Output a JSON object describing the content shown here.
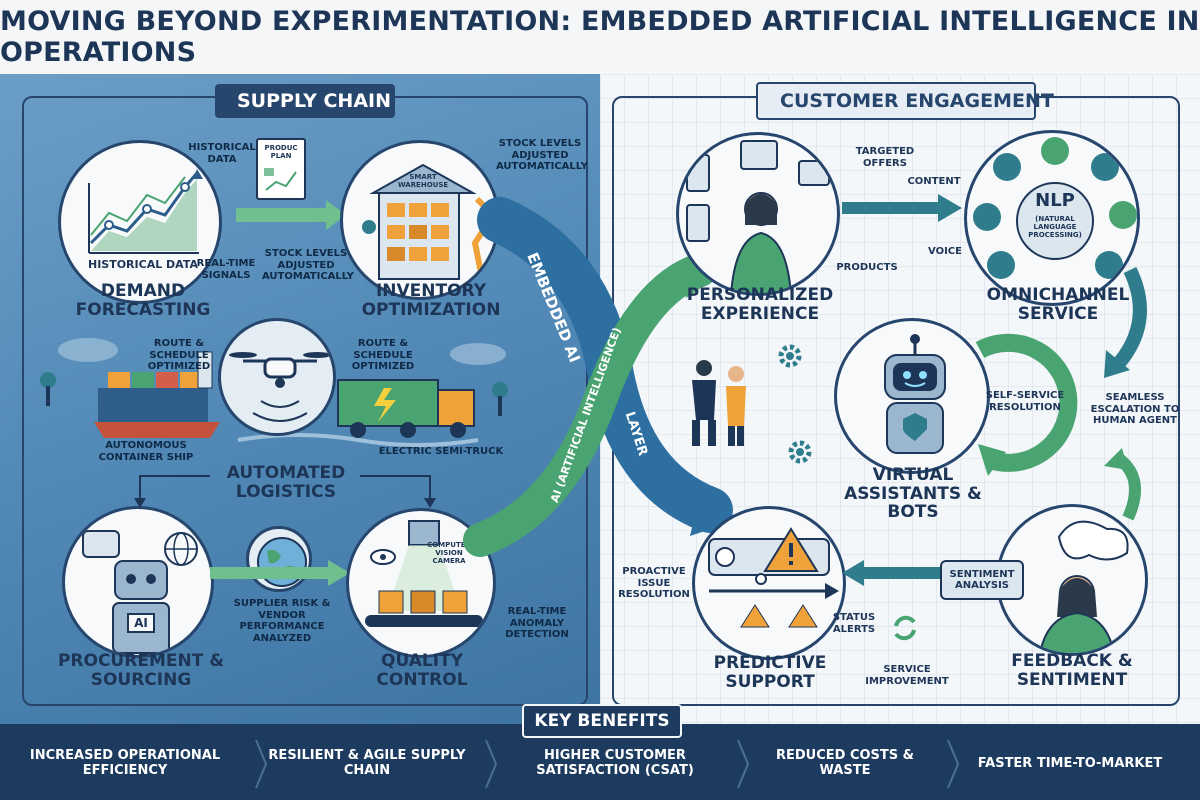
{
  "title": "MOVING BEYOND EXPERIMENTATION: EMBEDDED ARTIFICIAL INTELLIGENCE IN OPERATIONS",
  "supply_chain": {
    "heading": "SUPPLY CHAIN",
    "demand": {
      "label": "DEMAND FORECASTING",
      "chart_label": "HISTORICAL DATA",
      "historical_data": "HISTORICAL DATA",
      "realtime": "REAL-TIME SIGNALS",
      "doc": "PRODUC PLAN"
    },
    "inventory": {
      "label": "INVENTORY OPTIMIZATION",
      "warehouse": "SMART WAREHOUSE",
      "stock_top": "STOCK LEVELS ADJUSTED AUTOMATICALLY",
      "stock_bottom": "STOCK LEVELS ADJUSTED AUTOMATICALLY"
    },
    "logistics": {
      "label": "AUTOMATED LOGISTICS",
      "route_left": "ROUTE & SCHEDULE OPTIMIZED",
      "route_right": "ROUTE & SCHEDULE OPTIMIZED",
      "ship": "AUTONOMOUS CONTAINER SHIP",
      "truck": "ELECTRIC SEMI-TRUCK"
    },
    "procurement": {
      "label": "PROCUREMENT & SOURCING",
      "ai_badge": "AI",
      "supplier": "SUPPLIER RISK & VENDOR PERFORMANCE ANALYZED"
    },
    "quality": {
      "label": "QUALITY CONTROL",
      "camera": "COMPUTER VISION CAMERA",
      "anomaly": "REAL-TIME ANOMALY DETECTION"
    }
  },
  "ai_layer": {
    "text_outer": "EMBEDDED AI",
    "text_inner": "AI (ARTIFICIAL INTELLIGENCE)",
    "text_layer": "LAYER"
  },
  "customer_engagement": {
    "heading": "CUSTOMER ENGAGEMENT",
    "personalized": {
      "label": "PERSONALIZED EXPERIENCE",
      "targeted": "TARGETED OFFERS",
      "content": "CONTENT",
      "products": "PRODUCTS"
    },
    "omnichannel": {
      "label": "OMNICHANNEL SERVICE",
      "nlp": "NLP",
      "nlp_sub": "(NATURAL LANGUAGE PROCESSING)",
      "voice": "VOICE"
    },
    "assistants": {
      "label": "VIRTUAL ASSISTANTS & BOTS",
      "self_service": "SELF-SERVICE RESOLUTION",
      "escalation": "SEAMLESS ESCALATION TO HUMAN AGENT"
    },
    "predictive": {
      "label": "PREDICTIVE SUPPORT",
      "proactive": "PROACTIVE ISSUE RESOLUTION",
      "status": "STATUS ALERTS"
    },
    "feedback": {
      "label": "FEEDBACK & SENTIMENT",
      "sentiment": "SENTIMENT ANALYSIS",
      "service": "SERVICE IMPROVEMENT"
    }
  },
  "key_benefits": {
    "heading": "KEY BENEFITS",
    "items": [
      "INCREASED OPERATIONAL EFFICIENCY",
      "RESILIENT & AGILE SUPPLY CHAIN",
      "HIGHER CUSTOMER SATISFACTION (CSAT)",
      "REDUCED COSTS & WASTE",
      "FASTER TIME-TO-MARKET"
    ]
  },
  "colors": {
    "navy": "#1d3557",
    "green": "#4aa472",
    "teal": "#2f7d8c",
    "orange": "#f0a23a",
    "blue_bg": "#4f86b4"
  }
}
